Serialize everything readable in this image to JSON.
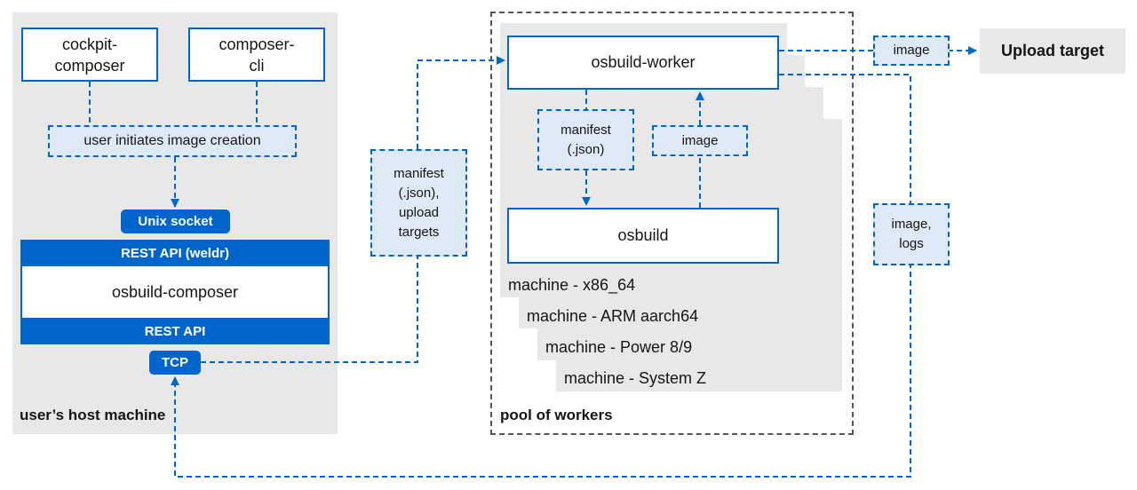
{
  "host": {
    "title": "user’s host machine",
    "cockpit": "cockpit-\ncomposer",
    "cli": "composer-\ncli",
    "initiates": "user initiates image creation",
    "unix_socket": "Unix socket",
    "rest_weldr": "REST API (weldr)",
    "composer": "osbuild-composer",
    "rest_api": "REST API",
    "tcp": "TCP"
  },
  "transfer": {
    "manifest_targets": "manifest\n(.json),\nupload\ntargets"
  },
  "pool": {
    "title": "pool of workers",
    "worker": "osbuild-worker",
    "manifest": "manifest\n(.json)",
    "image": "image",
    "osbuild": "osbuild",
    "machines": [
      "machine - x86_64",
      "machine - ARM aarch64",
      "machine - Power 8/9",
      "machine - System Z"
    ]
  },
  "upload": {
    "image_label": "image",
    "target": "Upload target",
    "image_logs": "image,\nlogs"
  },
  "colors": {
    "accent": "#0066cc",
    "label_fill": "#dee9f6",
    "panel_gray": "#e8e8e8"
  }
}
